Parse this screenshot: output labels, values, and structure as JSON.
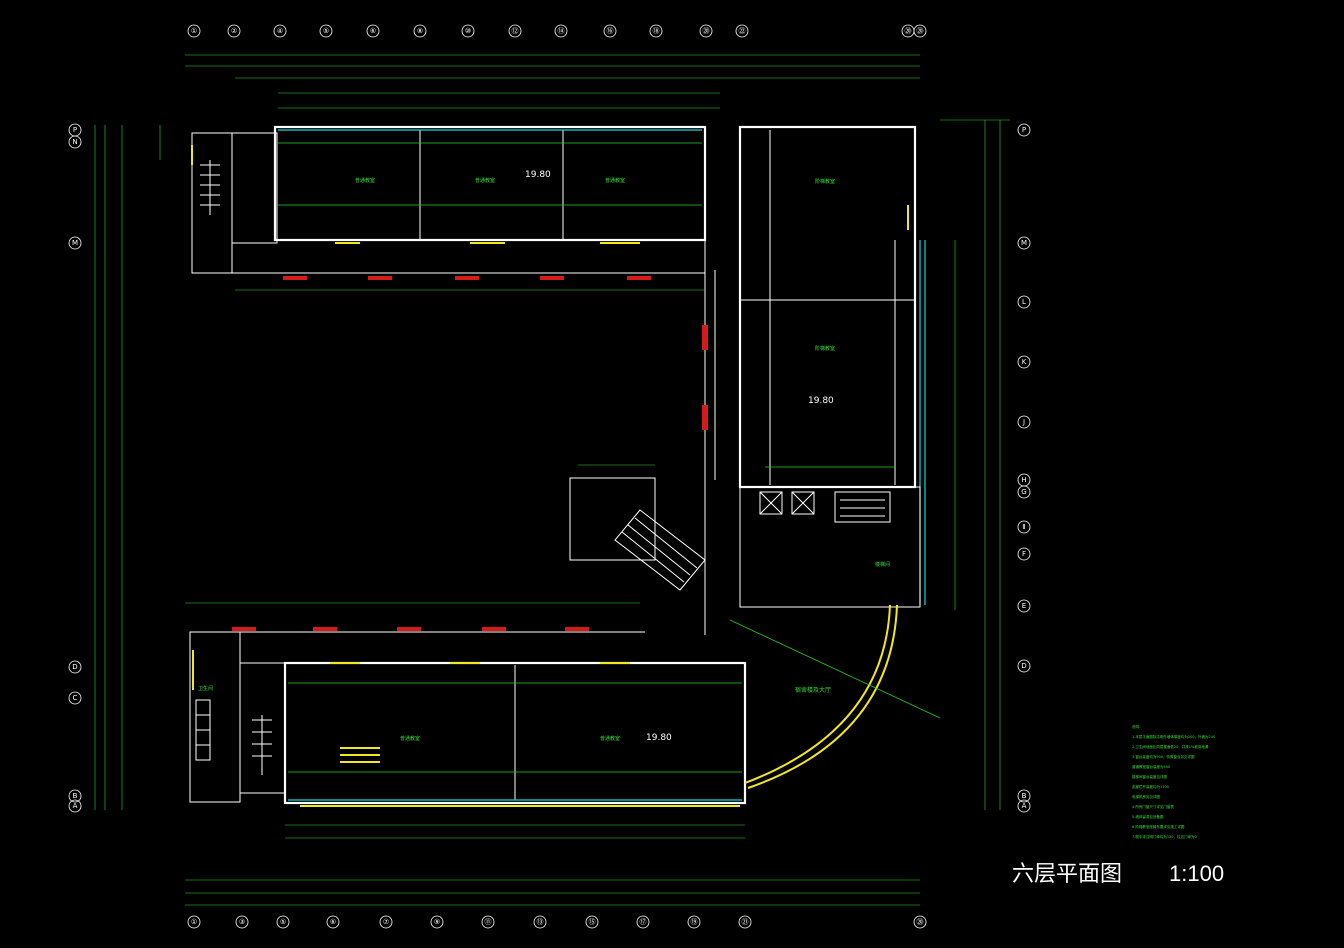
{
  "drawing": {
    "title": "六层平面图",
    "scale": "1:100"
  },
  "grid_top": [
    "①",
    "②",
    "④",
    "⑤",
    "⑥",
    "⑧",
    "⑩",
    "⑫",
    "⑭",
    "⑯",
    "⑱",
    "⑳",
    "㉒",
    "⑳",
    "⑳"
  ],
  "grid_bottom": [
    "①",
    "③",
    "⑤",
    "⑥",
    "⑦",
    "⑨",
    "⑪",
    "⑬",
    "⑮",
    "⑰",
    "⑲",
    "㉑",
    "⑳"
  ],
  "grid_right": [
    "P",
    "M",
    "L",
    "K",
    "J",
    "H",
    "G",
    "Ⅱ",
    "F",
    "E",
    "D",
    "B",
    "A"
  ],
  "grid_left": [
    "P",
    "N",
    "M",
    "D",
    "C",
    "B",
    "A"
  ],
  "room_labels": {
    "room_north_1": "普通教室",
    "room_north_2": "普通教室",
    "room_north_3": "普通教室",
    "room_east_1": "阶梯教室",
    "room_east_2": "阶梯教室",
    "room_south_1": "普通教室",
    "room_south_2": "普通教室",
    "hall": "宿舍楼及大厅",
    "stair_room": "楼梯间",
    "toilet": "卫生间"
  },
  "levels": {
    "north": "19.80",
    "east": "19.80",
    "south": "19.80"
  },
  "notes": [
    "说明：",
    "1.本层平面图除注明外墙体厚度均为200，外墙为240",
    "2.卫生间地面比同层楼面低20，并按1%坡向地漏",
    "3.窗台高度均为900，特殊窗台另见详图",
    "   普通教室窗台高度为900",
    "   楼梯间窗台高度见详图",
    "   走廊栏杆高度均为1100",
    "   电梯机房另见详图",
    "4.所有门窗尺寸详见门窗表",
    "5.墙体留洞见设备图",
    "6.阶梯教室座椅布置详见施工详图",
    "7.图中未注明门垛均为120，柱边门垛为0"
  ],
  "colors": {
    "background": "#000000",
    "walls": "#ffffff",
    "dimensions": "#2bd62b",
    "windows": "#15d6d6",
    "highlight": "#f2e81e",
    "fire_equipment": "#d51a1a"
  }
}
